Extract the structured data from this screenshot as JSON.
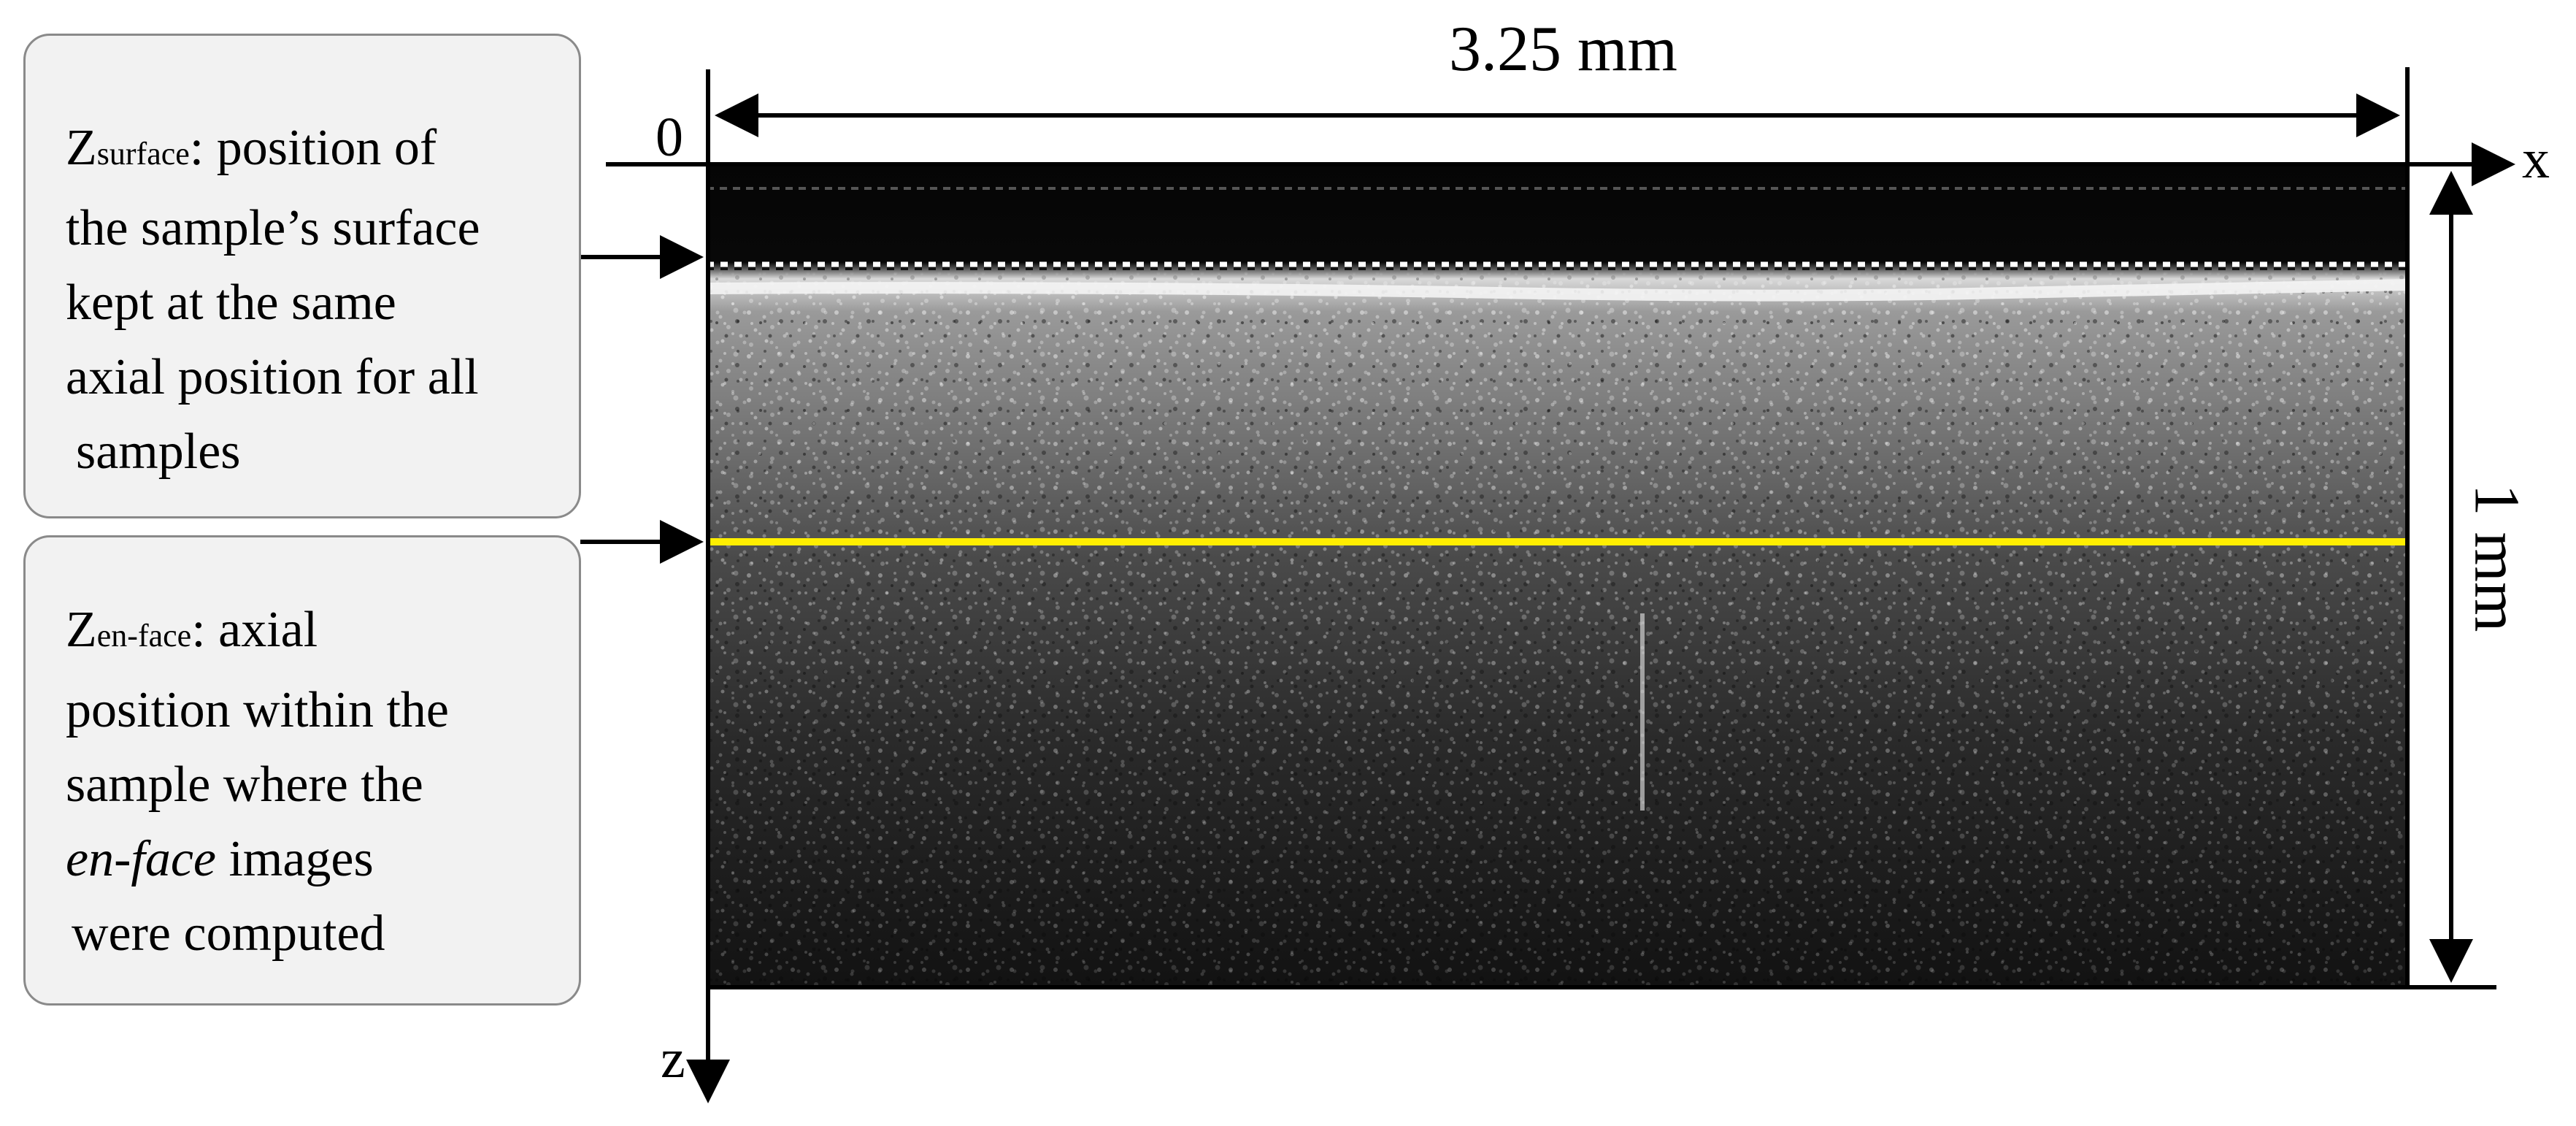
{
  "dimensions": {
    "width_label": "3.25 mm",
    "depth_label": "1 mm"
  },
  "axes": {
    "origin_label": "0",
    "x_label": "x",
    "z_label": "z"
  },
  "callouts": {
    "surface": {
      "z": "Z",
      "sub": "surface",
      "line1_rest": ": position of",
      "line2": "the sample’s surface",
      "line3": "kept at the same",
      "line4": "axial position for all",
      "line5": "samples"
    },
    "enface": {
      "z": "Z",
      "sub": "en-face",
      "line1_rest": ": axial",
      "line2": "position within the",
      "line3": "sample where the",
      "line4_italic": "en-face",
      "line4_rest": " images",
      "line5": "were computed"
    }
  },
  "colors": {
    "enface_line": "#ffee00",
    "surface_line": "#ffffff",
    "image_background": "#0d0d0d"
  }
}
